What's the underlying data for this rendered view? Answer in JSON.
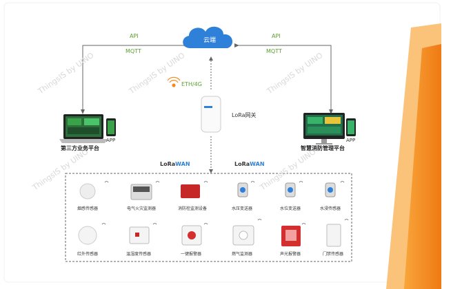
{
  "cloud": {
    "label": "云端"
  },
  "links": {
    "left": {
      "api": "API",
      "mqtt": "MQTT"
    },
    "right": {
      "api": "API",
      "mqtt": "MQTT"
    },
    "eth": "ETH/4G"
  },
  "gateway": {
    "label": "LoRa网关"
  },
  "platforms": {
    "left": {
      "app": "APP",
      "label": "第三方业务平台"
    },
    "right": {
      "app": "APP",
      "label": "智慧消防管理平台"
    }
  },
  "lorawan": {
    "brand_a": "LoRa",
    "brand_b": "WAN"
  },
  "devices": [
    "烟感传感器",
    "电气火灾监测器",
    "消防栓监测设备",
    "水压变送器",
    "水位变送器",
    "水浸传感器",
    "红外传感器",
    "温湿度传感器",
    "一键报警器",
    "燃气监测器",
    "声光报警器",
    "门禁传感器"
  ],
  "watermark": "ThingsIS by UINO",
  "colors": {
    "accent_orange": "#f28a1e",
    "proto_green": "#5aa02c",
    "cloud_blue": "#2f80d9"
  }
}
